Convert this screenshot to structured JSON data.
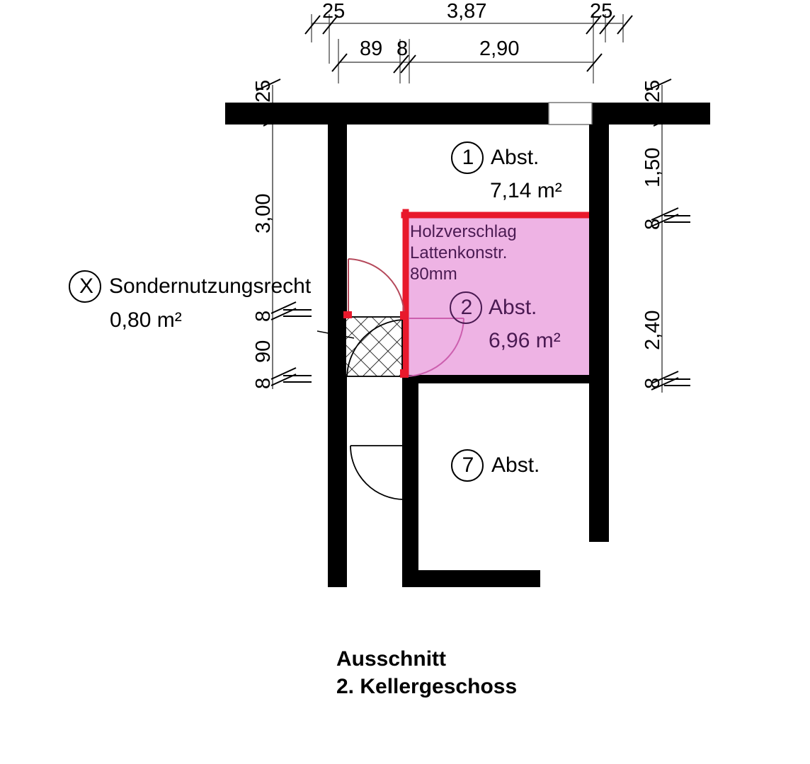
{
  "drawing": {
    "title_line1": "Ausschnitt",
    "title_line2": "2. Kellergeschoss",
    "colors": {
      "wall": "#000000",
      "dimension_line": "#000000",
      "highlight_border": "#e8192c",
      "highlight_fill": "#eeb3e4",
      "annotation_text": "#4a1a52",
      "door_swing": "#000000",
      "door_swing_red": "#b5495b",
      "background": "#ffffff"
    }
  },
  "dimensions": {
    "top_outer": [
      {
        "value": "25"
      },
      {
        "value": "3,87"
      },
      {
        "value": "25"
      }
    ],
    "top_inner": [
      {
        "value": "89"
      },
      {
        "value": "8"
      },
      {
        "value": "2,90"
      }
    ],
    "left_chain": [
      {
        "value": "25"
      },
      {
        "value": "3,00"
      },
      {
        "value": "8"
      },
      {
        "value": "90"
      },
      {
        "value": "8"
      }
    ],
    "right_chain": [
      {
        "value": "25"
      },
      {
        "value": "1,50"
      },
      {
        "value": "8"
      },
      {
        "value": "2,40"
      },
      {
        "value": "8"
      }
    ]
  },
  "legend": {
    "marker": "X",
    "label": "Sondernutzungsrecht",
    "area": "0,80 m²"
  },
  "rooms": [
    {
      "number": "1",
      "name": "Abst.",
      "area": "7,14 m²"
    },
    {
      "number": "2",
      "name": "Abst.",
      "area": "6,96 m²"
    },
    {
      "number": "7",
      "name": "Abst.",
      "area": ""
    }
  ],
  "annotations": {
    "timber_line1": "Holzverschlag",
    "timber_line2": "Lattenkonstr.",
    "timber_line3": "80mm"
  }
}
